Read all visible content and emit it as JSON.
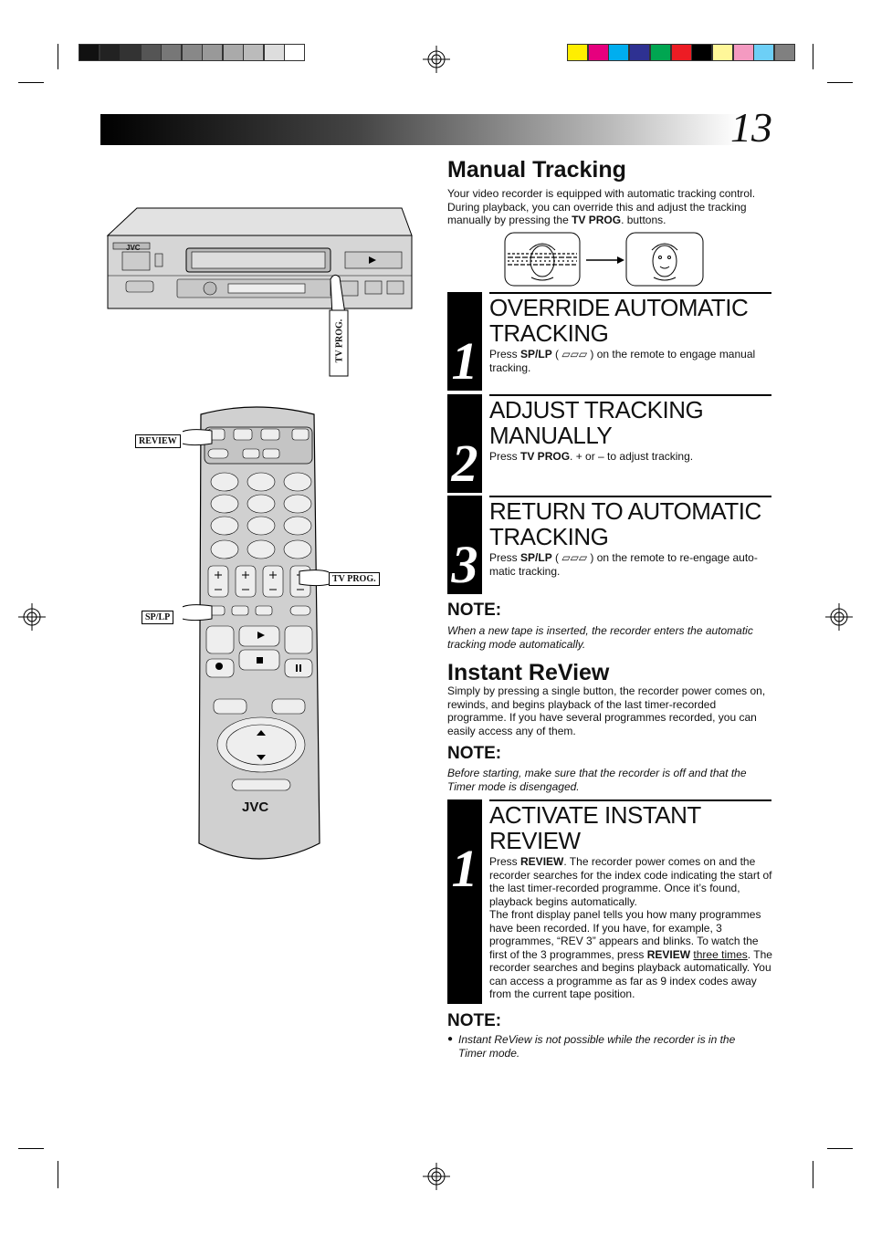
{
  "page": {
    "number": "13"
  },
  "manual_tracking": {
    "heading": "Manual Tracking",
    "intro_pre": "Your video recorder is equipped with automatic tracking control. During playback, you can override this and adjust the tracking manually by pressing the ",
    "intro_bold": "TV PROG",
    "intro_post": ". buttons."
  },
  "steps": [
    {
      "number": "1",
      "title": "Override Automatic Tracking",
      "text_pre": "Press ",
      "text_bold": "SP/LP",
      "text_post": " ( ▱▱▱ ) on the remote to engage manual tracking."
    },
    {
      "number": "2",
      "title": "Adjust Tracking Manually",
      "text_pre": "Press ",
      "text_bold": "TV PROG",
      "text_post": ". + or – to adjust tracking."
    },
    {
      "number": "3",
      "title": "Return To Automatic Tracking",
      "text_pre": "Press ",
      "text_bold": "SP/LP",
      "text_post": " ( ▱▱▱ ) on the remote to re-engage auto-matic tracking."
    }
  ],
  "note1": {
    "heading": "NOTE:",
    "text": "When a new tape is inserted, the recorder enters the automatic tracking mode automatically."
  },
  "instant_review": {
    "heading": "Instant ReView",
    "intro": "Simply by pressing a single button, the recorder power comes on, rewinds, and begins playback of the last timer-recorded programme. If you have several programmes recorded, you can easily access any of them."
  },
  "note2": {
    "heading": "NOTE:",
    "text": "Before starting, make sure that the recorder is off and that the Timer mode is disengaged."
  },
  "review_step": {
    "number": "1",
    "title": "Activate Instant Review",
    "p1_pre": "Press ",
    "p1_bold": "REVIEW",
    "p1_post": ". The recorder power comes on and the recorder searches for the index code indicating the start of the last timer-recorded programme. Once it’s found, playback begins automatically.",
    "p2_a": "The front display panel tells you how many programmes have been recorded. If you have, for example, 3 programmes, “REV 3” appears and blinks. To watch the first of the 3 programmes, press ",
    "p2_bold": "REVIEW",
    "p2_underline": "three times",
    "p2_b": ". The recorder searches and begins playback automatically. You can access a programme as far as 9 index codes away from the current tape position."
  },
  "note3": {
    "heading": "NOTE:",
    "bullet": "●",
    "text": "Instant ReView is not possible while the recorder is in the Timer mode."
  },
  "illustration": {
    "vcr_brand": "JVC",
    "vcr_callout": "TV PROG.",
    "remote_brand": "JVC",
    "callout_review": "REVIEW",
    "callout_tvprog": "TV PROG.",
    "callout_splp": "SP/LP"
  },
  "colors": {
    "bar_swatches": [
      "#111",
      "#222",
      "#333",
      "#555",
      "#777",
      "#888",
      "#999",
      "#aaa",
      "#bbb",
      "#ddd",
      "#fff"
    ],
    "color_swatches": [
      "#ffee00",
      "#e6007e",
      "#00aeef",
      "#2e3192",
      "#00a651",
      "#ed1c24",
      "#000000",
      "#fff799",
      "#f49ac1",
      "#6dcff6",
      "#808080"
    ]
  }
}
